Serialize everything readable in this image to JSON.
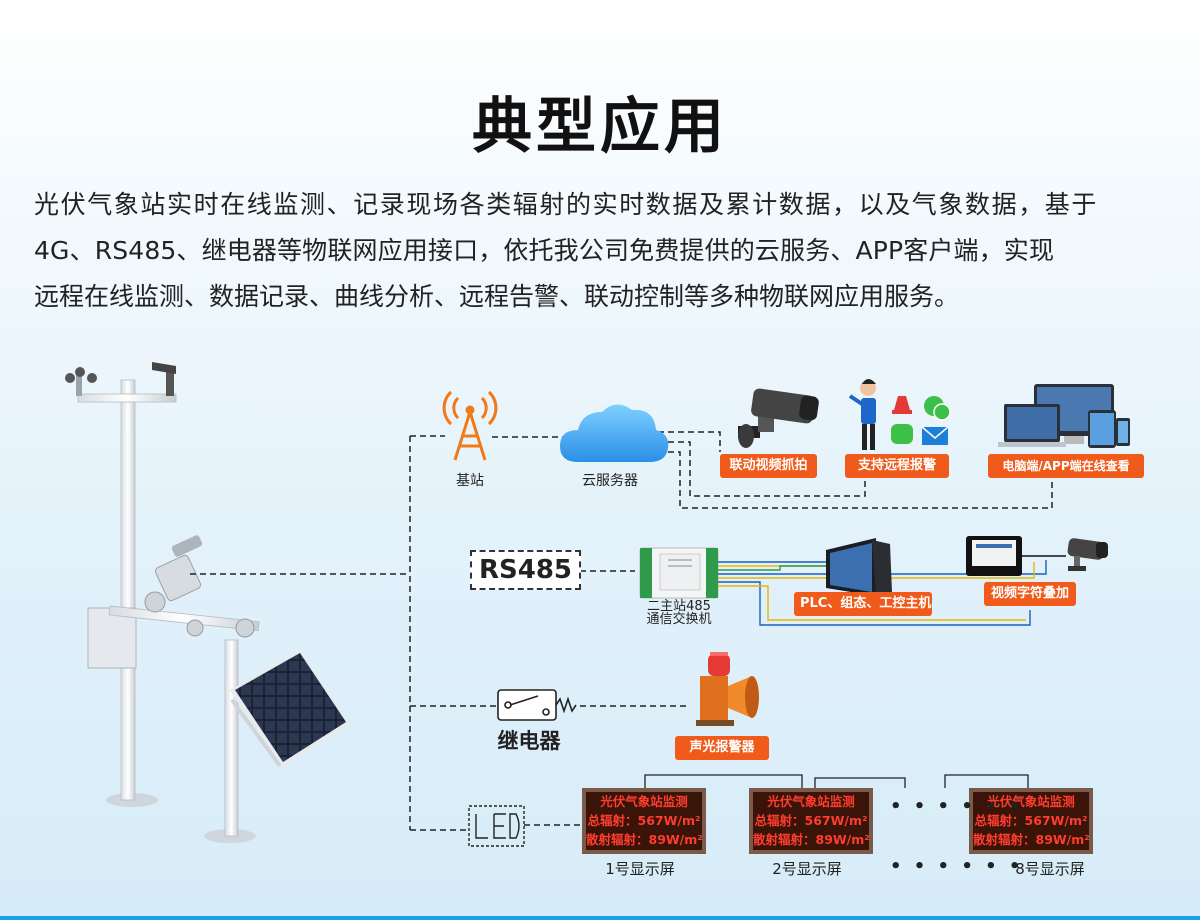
{
  "title": "典型应用",
  "intro": {
    "line1": "光伏气象站实时在线监测、记录现场各类辐射的实时数据及累计数据，以及气象数据，基于",
    "line2": "4G、RS485、继电器等物联网应用接口，依托我公司免费提供的云服务、APP客户端，实现",
    "line3": "远程在线监测、数据记录、曲线分析、远程告警、联动控制等多种物联网应用服务。"
  },
  "network": {
    "base_station": "基站",
    "cloud": "云服务器",
    "tags": {
      "camera": "联动视频抓拍",
      "alarm": "支持远程报警",
      "pc": "电脑端/APP端在线查看"
    }
  },
  "rs485": {
    "label": "RS485",
    "switch_line1": "二主站485",
    "switch_line2": "通信交换机",
    "tags": {
      "plc": "PLC、组态、工控主机",
      "video": "视频字符叠加"
    }
  },
  "relay": {
    "label": "继电器",
    "tag": "声光报警器"
  },
  "led": {
    "dots": "• • •  • • •",
    "screens": [
      {
        "line1": "光伏气象站监测",
        "line2": "总辐射：567W/m²",
        "line3": "散射辐射：89W/m²",
        "caption": "1号显示屏"
      },
      {
        "line1": "光伏气象站监测",
        "line2": "总辐射：567W/m²",
        "line3": "散射辐射：89W/m²",
        "caption": "2号显示屏"
      },
      {
        "line1": "光伏气象站监测",
        "line2": "总辐射：567W/m²",
        "line3": "散射辐射：89W/m²",
        "caption": "8号显示屏"
      }
    ]
  },
  "colors": {
    "tag_orange": "#f05a1a",
    "cable_blue": "#1a5fc0",
    "cable_yellow": "#e8b800",
    "led_red": "#ff3d2e"
  }
}
